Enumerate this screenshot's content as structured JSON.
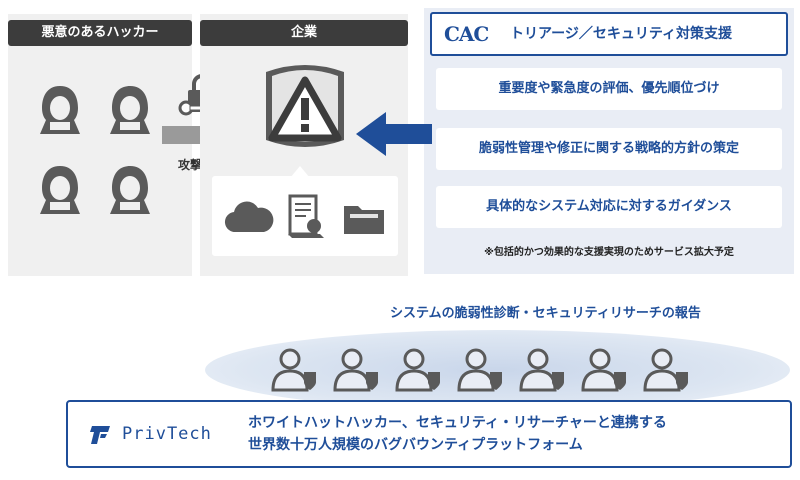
{
  "hackers_panel": {
    "title": "悪意のあるハッカー"
  },
  "attack": {
    "label": "攻撃"
  },
  "company_panel": {
    "title": "企業"
  },
  "cac": {
    "logo": "CAC",
    "title": "トリアージ／セキュリティ対策支援",
    "services": [
      "重要度や緊急度の評価、優先順位づけ",
      "脆弱性管理や修正に関する戦略的方針の策定",
      "具体的なシステム対応に対するガイダンス"
    ],
    "note": "※包括的かつ効果的な支援実現のためサービス拡大予定"
  },
  "report": {
    "label": "システムの脆弱性診断・セキュリティリサーチの報告"
  },
  "privtech": {
    "name": "PrivTech",
    "desc_line1": "ホワイトハットハッカー、セキュリティ・リサーチャーと連携する",
    "desc_line2": "世界数十万人規模のバグバウンティプラットフォーム"
  },
  "colors": {
    "brand_blue": "#1f4e99",
    "dark_header": "#3c3c3c",
    "icon_gray": "#5a5a5a"
  },
  "icons": [
    "hacker-icon",
    "lock-key-icon",
    "warning-database-icon",
    "cloud-icon",
    "document-icon",
    "folder-icon",
    "researcher-shield-icon"
  ]
}
